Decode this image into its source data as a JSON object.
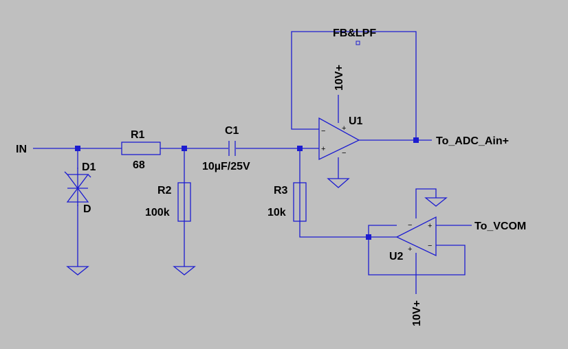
{
  "background": "#bfbfbf",
  "wire_color": "#1c1cd0",
  "text_color": "#000000",
  "labels": {
    "input": "IN",
    "d1_name": "D1",
    "d1_value": "D",
    "r1_name": "R1",
    "r1_value": "68",
    "r2_name": "R2",
    "r2_value": "100k",
    "c1_name": "C1",
    "c1_value": "10µF/25V",
    "r3_name": "R3",
    "r3_value": "10k",
    "u1_name": "U1",
    "u2_name": "U2",
    "supply_top": "10V+",
    "supply_bottom": "10V+",
    "feedback": "FB&LPF",
    "out_adc": "To_ADC_Ain+",
    "out_vcom": "To_VCOM"
  }
}
